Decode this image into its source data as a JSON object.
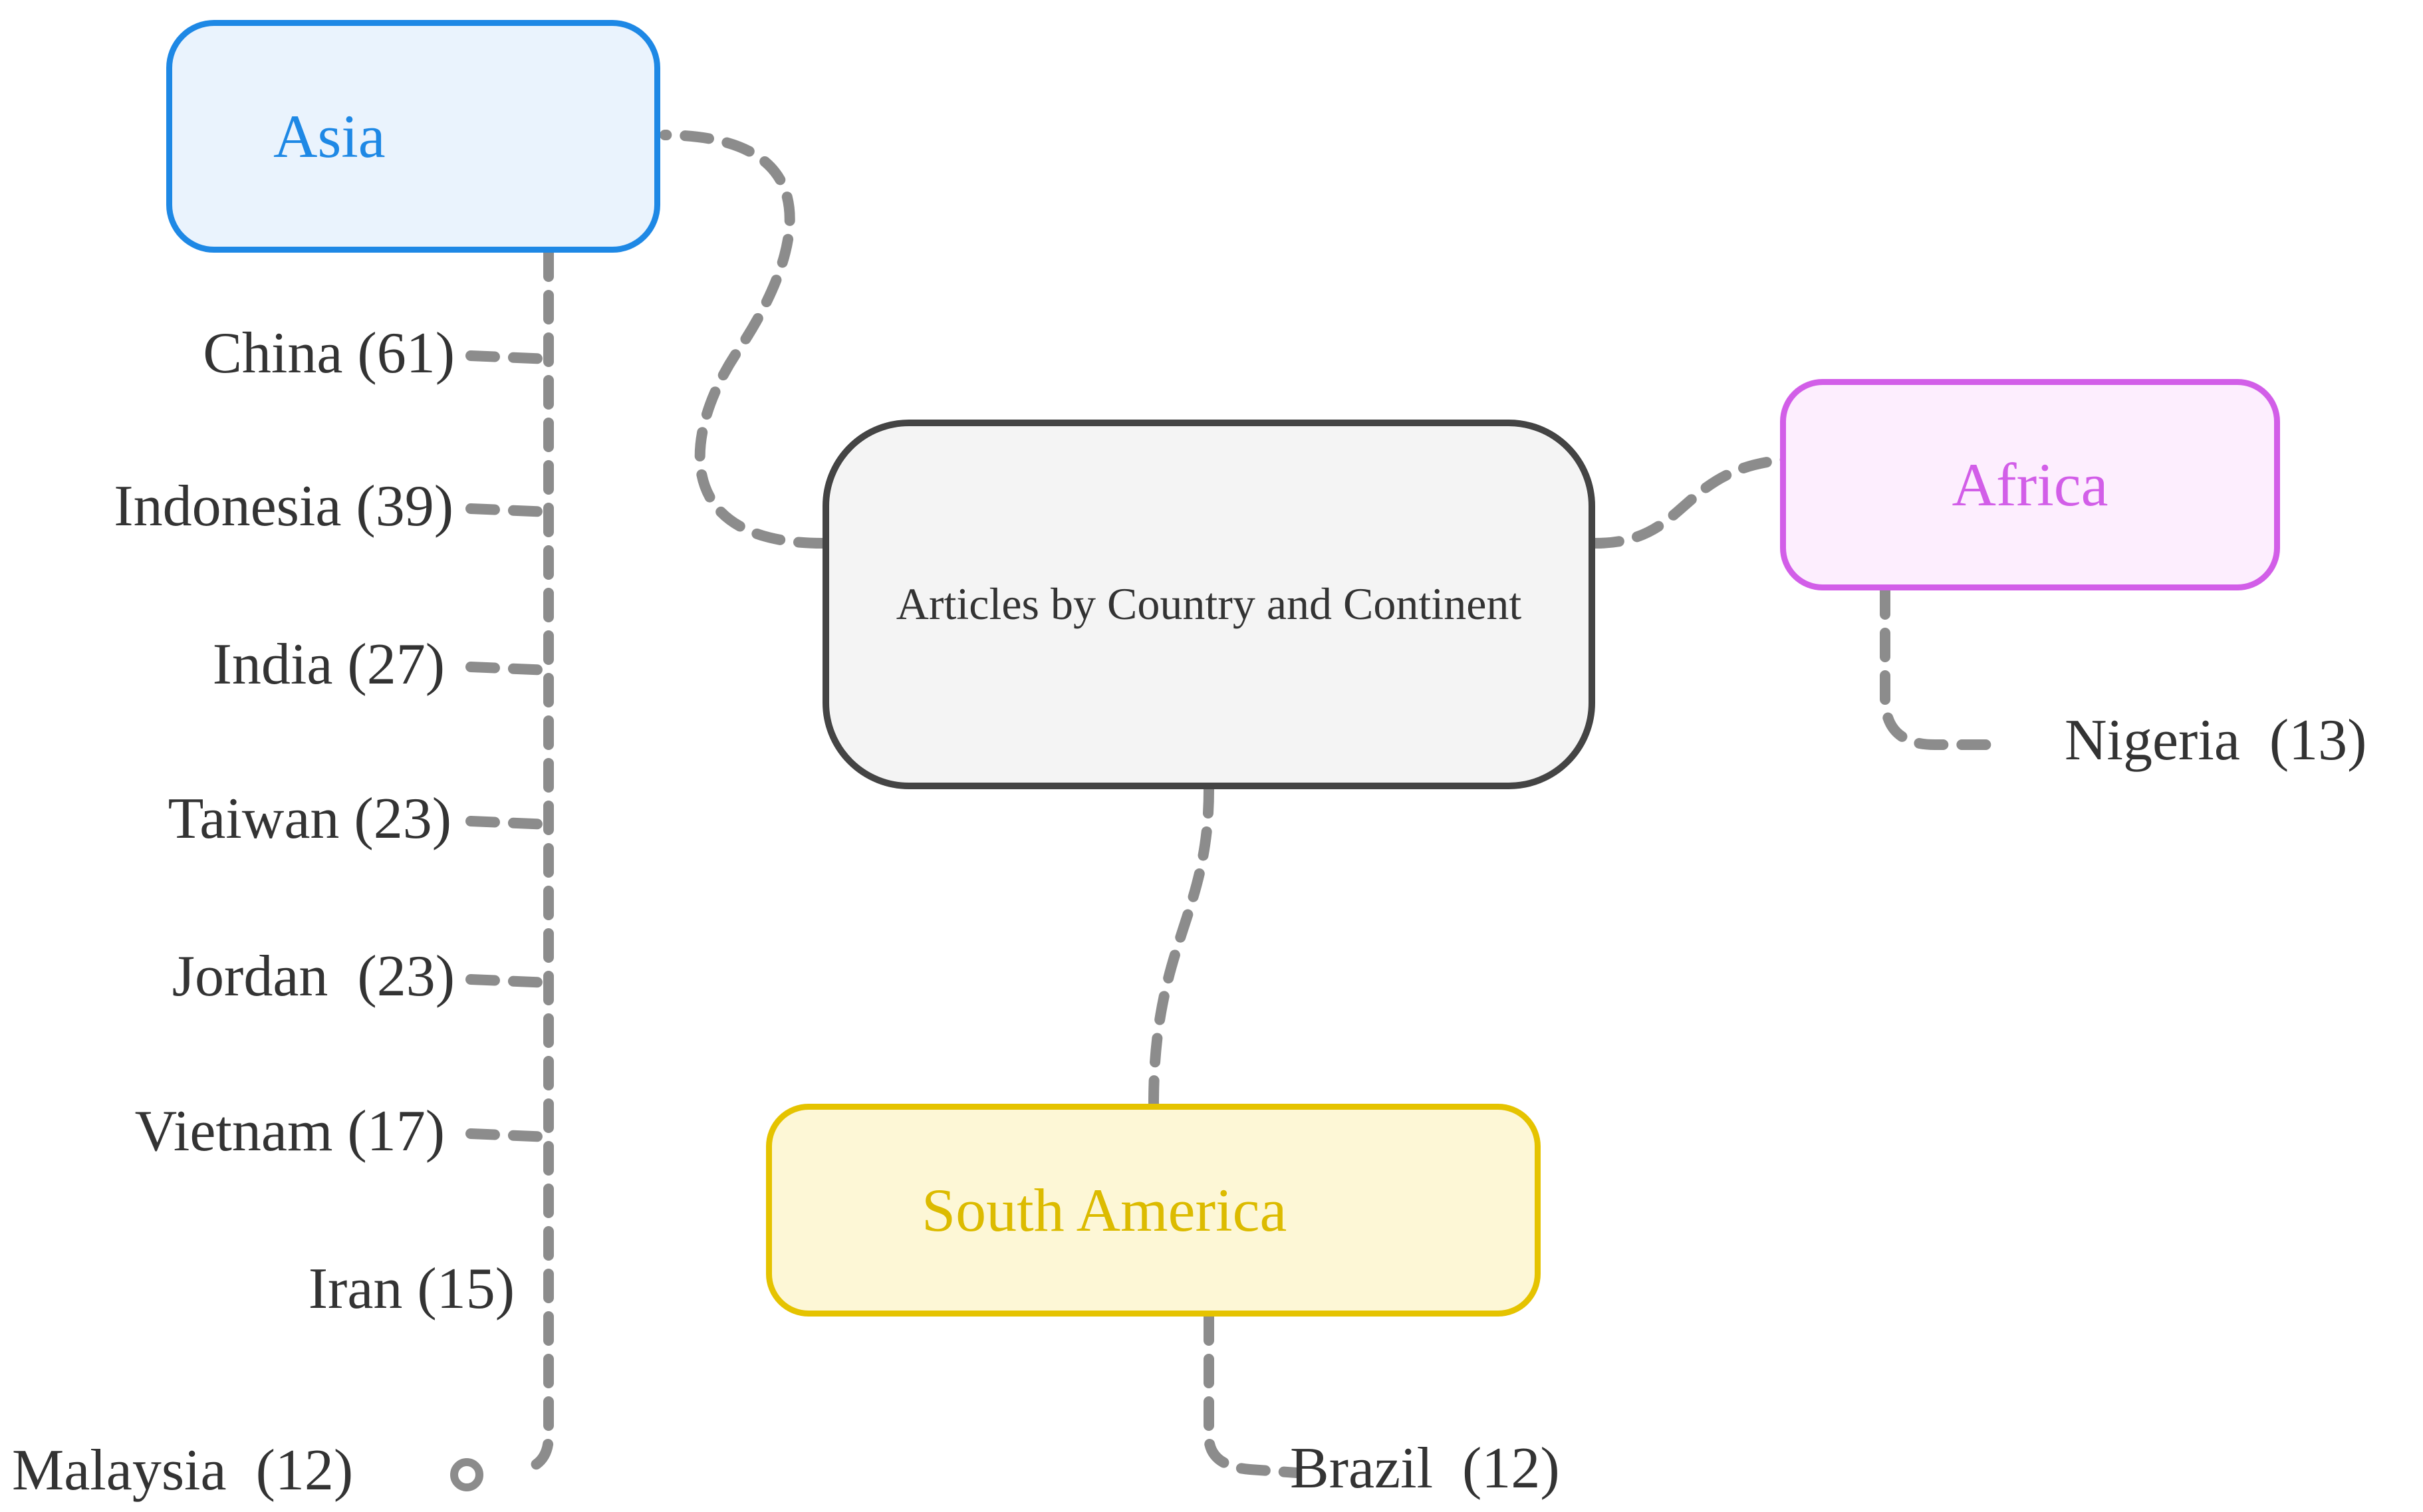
{
  "center": {
    "label": "Articles by Country and Continent"
  },
  "continents": [
    {
      "name": "Asia",
      "color": "#1e88e5",
      "fill": "#eaf3fd"
    },
    {
      "name": "Africa",
      "color": "#d25ee8",
      "fill": "#fdeefe"
    },
    {
      "name": "South America",
      "color": "#dcbb00",
      "fill": "#fdf7d6"
    }
  ],
  "countries": [
    {
      "label": "China (61)",
      "continent": "Asia",
      "articles": 61
    },
    {
      "label": "Indonesia (39) ",
      "continent": "Asia",
      "articles": 39
    },
    {
      "label": "India (27)",
      "continent": "Asia",
      "articles": 27
    },
    {
      "label": "Taiwan (23)",
      "continent": "Asia",
      "articles": 23
    },
    {
      "label": "Jordan  (23)",
      "continent": "Asia",
      "articles": 23
    },
    {
      "label": "Vietnam (17)",
      "continent": "Asia",
      "articles": 17
    },
    {
      "label": "Iran (15)",
      "continent": "Asia",
      "articles": 15
    },
    {
      "label": "Malaysia  (12)",
      "continent": "Asia",
      "articles": 12
    },
    {
      "label": "Nigeria  (13)",
      "continent": "Africa",
      "articles": 13
    },
    {
      "label": "Brazil  (12)",
      "continent": "South America",
      "articles": 12
    }
  ],
  "connector_color": "#8c8c8c"
}
